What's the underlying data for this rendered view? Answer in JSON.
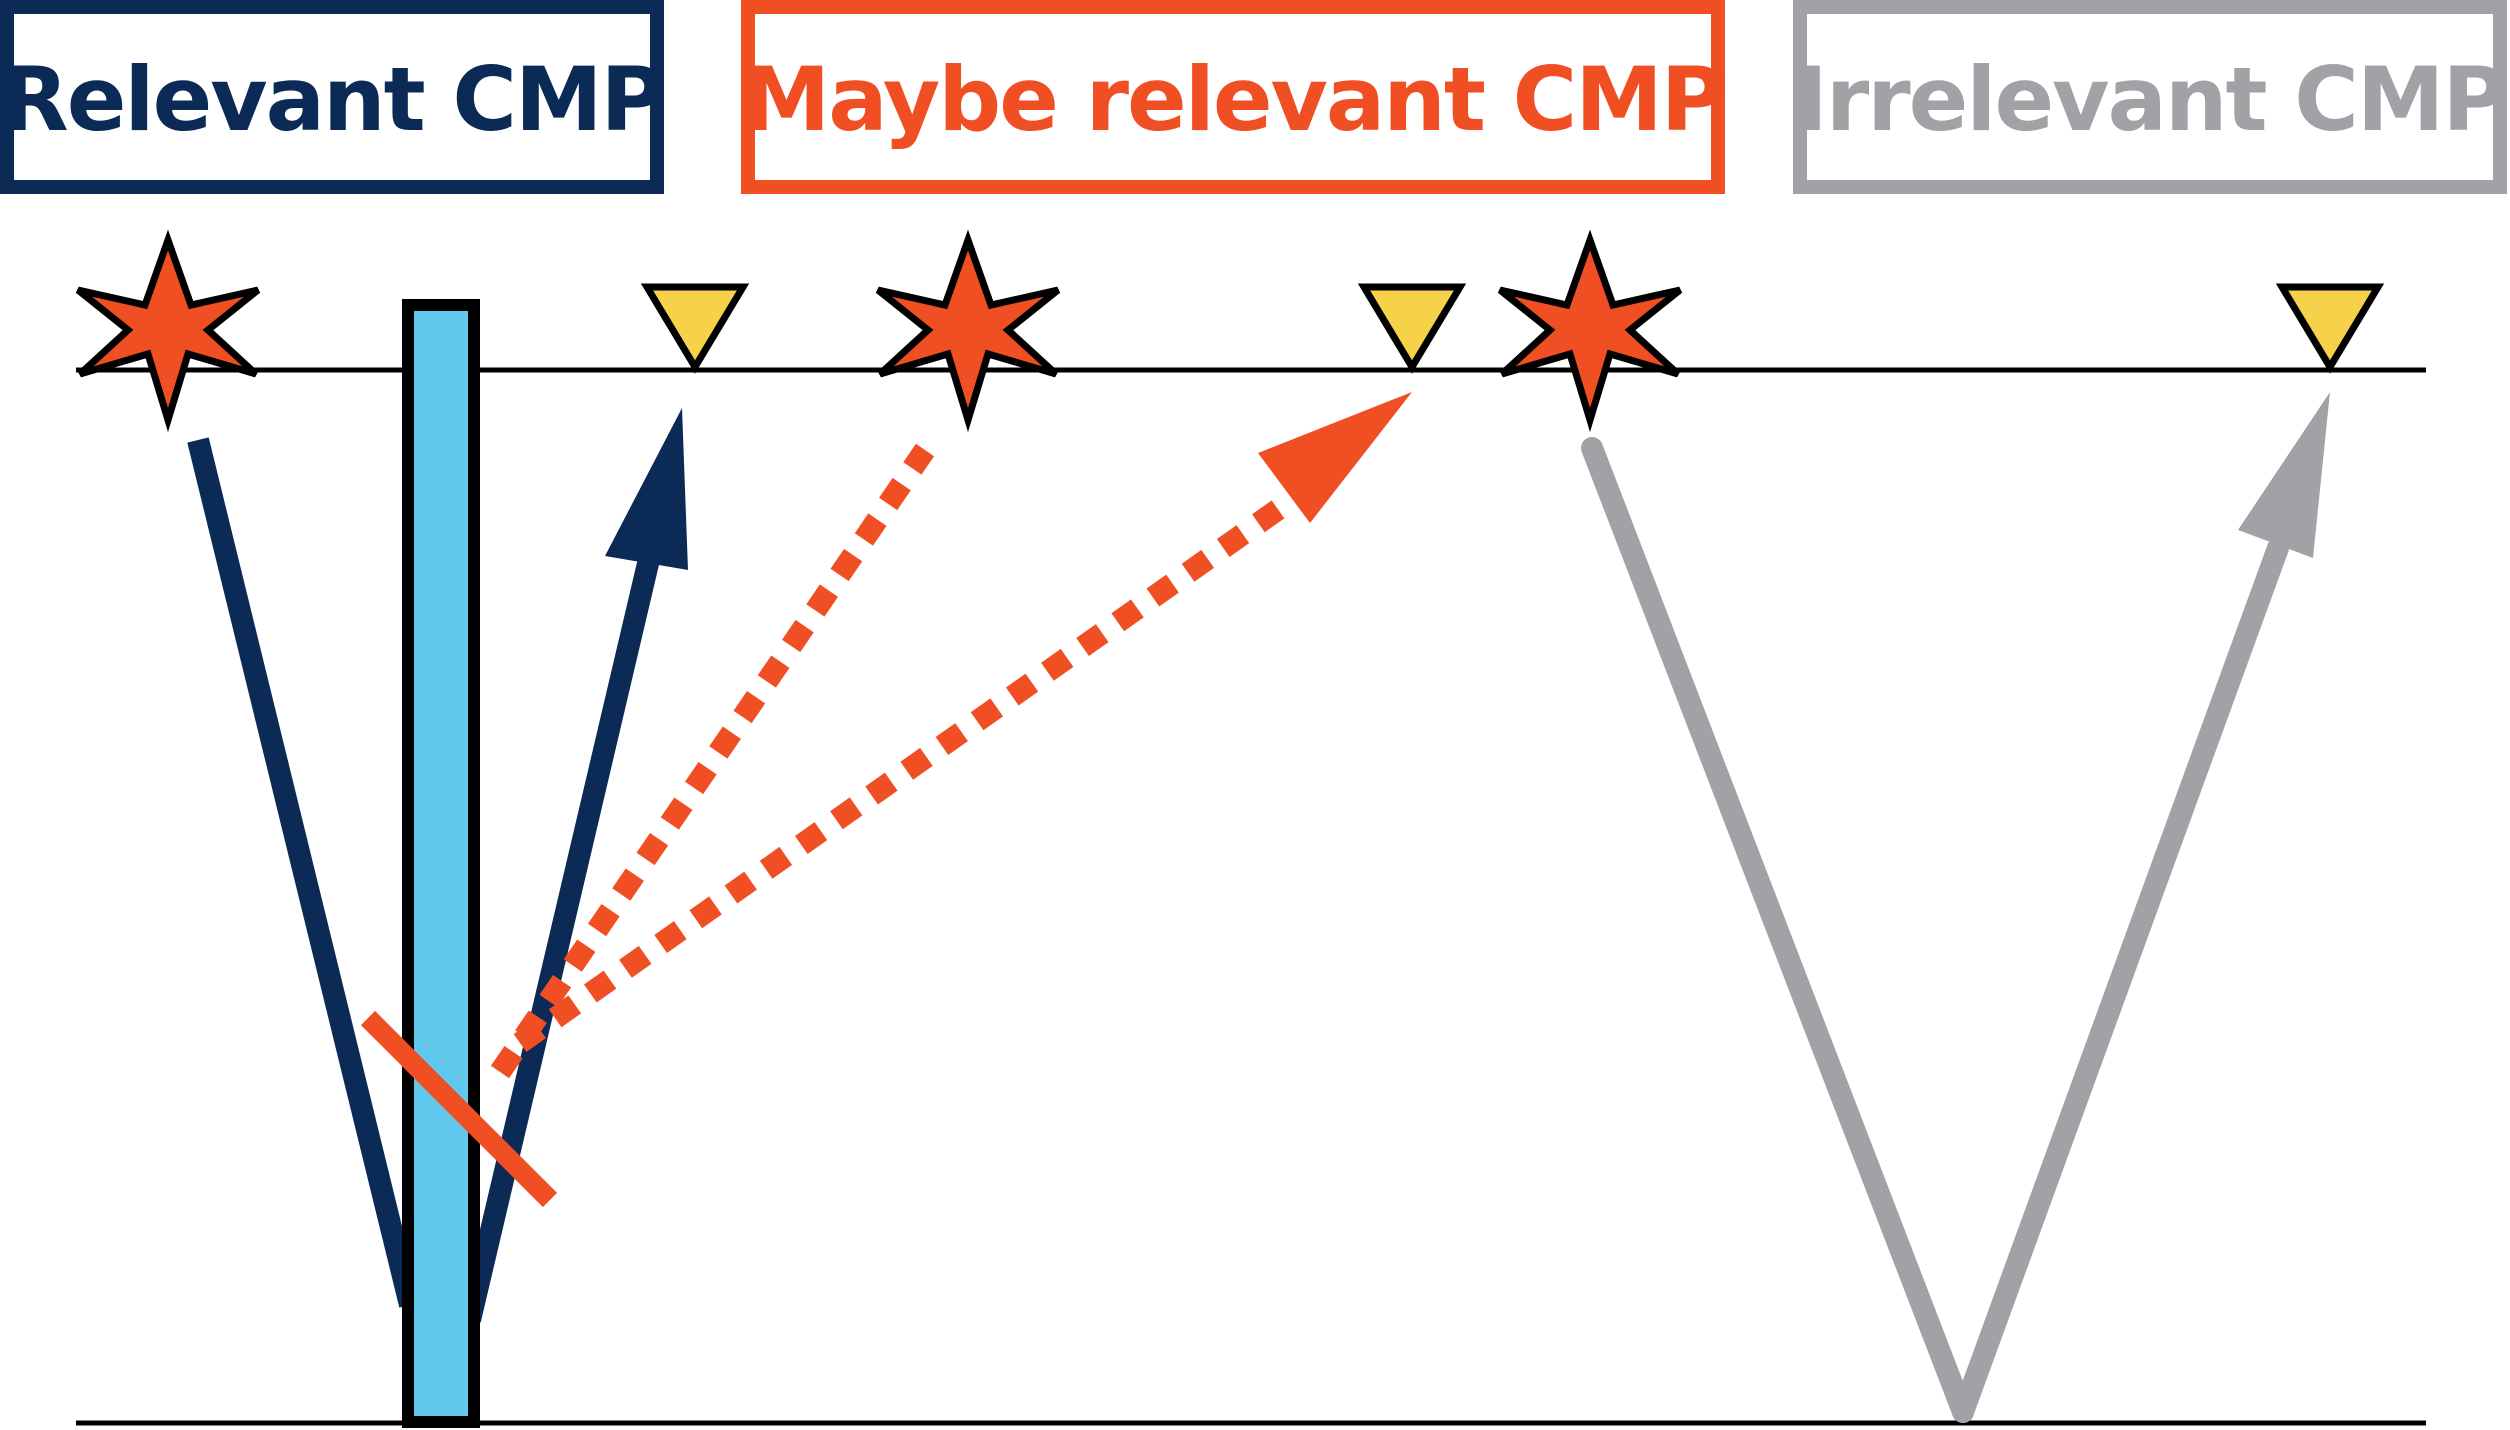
{
  "legend": {
    "relevant": {
      "label": "Relevant CMP",
      "color": "#0b2a56"
    },
    "maybe": {
      "label": "Maybe relevant CMP",
      "color": "#f04e23"
    },
    "irrelevant": {
      "label": "Irrelevant CMP",
      "color": "#a1a2a5"
    }
  },
  "symbols": {
    "source_icon": "explosion-star-icon",
    "source_color": "#f04e23",
    "receiver_icon": "triangle-receiver-icon",
    "receiver_color": "#f6d24a",
    "well_color": "#62c9ec",
    "outline_color": "#000000"
  }
}
